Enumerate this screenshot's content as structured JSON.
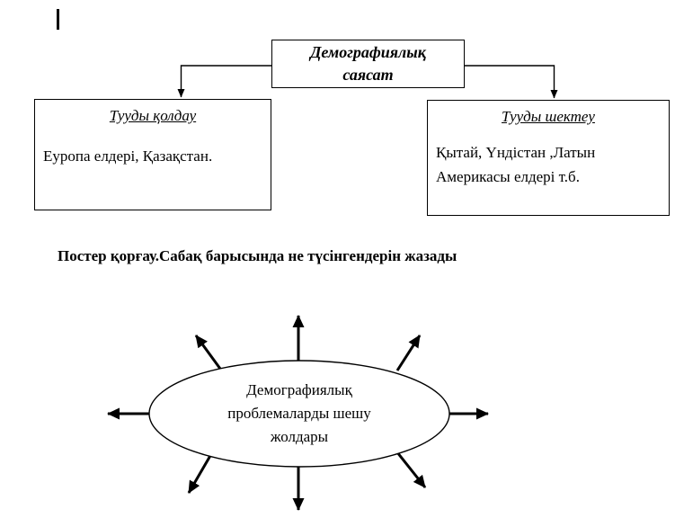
{
  "colors": {
    "ink": "#000000",
    "page": "#ffffff"
  },
  "flowchart": {
    "root": {
      "lines": [
        "Демографиялық",
        "саясат"
      ]
    },
    "left": {
      "title": "Тууды қолдау",
      "body": "Еуропа елдері, Қазақстан."
    },
    "right": {
      "title": "Тууды шектеу",
      "body_lines": [
        "Қытай, Үндістан ,Латын",
        "Америкасы елдері т.б."
      ]
    }
  },
  "heading": {
    "text": "Постер қорғау.Сабақ барысында не түсінгендерін жазады"
  },
  "mindmap": {
    "center": {
      "lines": [
        "Демографиялық",
        "проблемаларды шешу",
        "жолдары"
      ]
    },
    "arrows": [
      "up",
      "upper-left",
      "left",
      "lower-left",
      "down",
      "lower-right",
      "right",
      "upper-right"
    ]
  }
}
